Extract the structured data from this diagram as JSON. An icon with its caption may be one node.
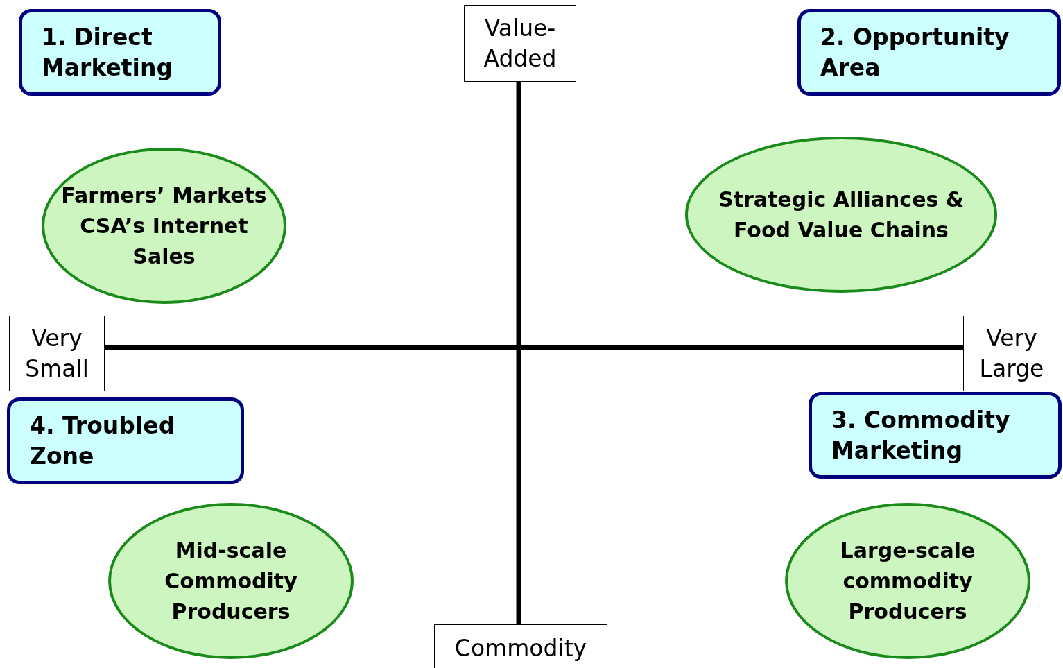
{
  "diagram": {
    "nodes": [
      {
        "text": [
          "1. Direct Marketing"
        ]
      },
      {
        "text": [
          "Value-Added"
        ]
      },
      {
        "text": [
          "2. Opportunity Area"
        ]
      },
      {
        "text": [
          "Farmers’ Markets CSA’s Internet Sales"
        ]
      },
      {
        "text": [
          "Strategic Alliances & Food Value Chains"
        ]
      },
      {
        "text": [
          "Very Small"
        ]
      },
      {
        "text": [
          "Very Large"
        ]
      },
      {
        "text": [
          "4. Troubled Zone"
        ]
      },
      {
        "text": [
          "3. Commodity Marketing"
        ]
      },
      {
        "text": [
          "Mid-scale Commodity Producers"
        ]
      },
      {
        "text": [
          "Large-scale commodity Producers"
        ]
      },
      {
        "text": [
          "Commodity"
        ]
      }
    ]
  }
}
